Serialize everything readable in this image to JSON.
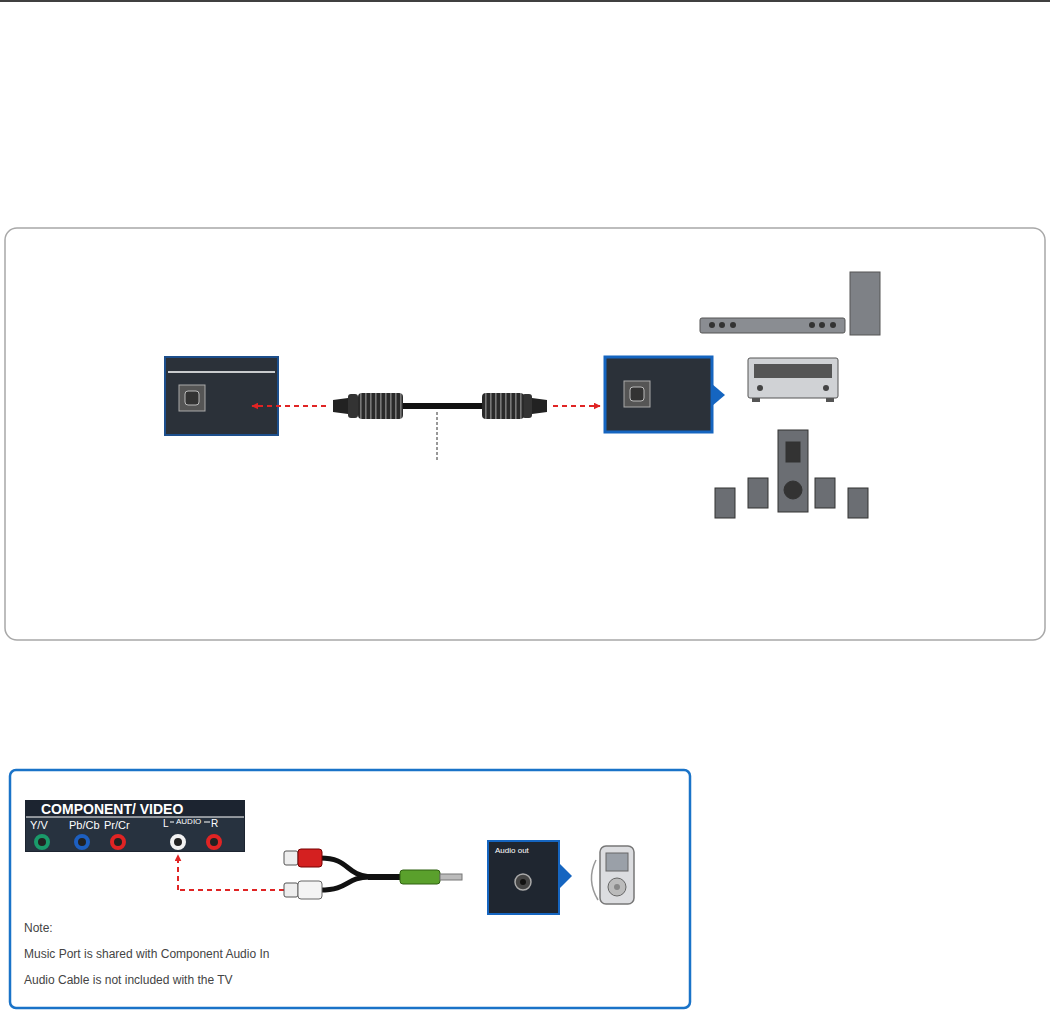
{
  "diagram": {
    "nodes": [
      {
        "text": [
          "COMPONENT/ VIDEO"
        ]
      },
      {
        "text": [
          "Audio out"
        ]
      }
    ],
    "edges": [
      {
        "from": 0,
        "to": 1,
        "arrow": "both"
      }
    ],
    "labels": [
      "Y/V",
      "Pb/Cb",
      "Pr/Cr",
      "L",
      "AUDIO",
      "R",
      "Note:",
      "Music Port is shared with Component Audio In",
      "Audio Cable is not included with the TV"
    ]
  }
}
